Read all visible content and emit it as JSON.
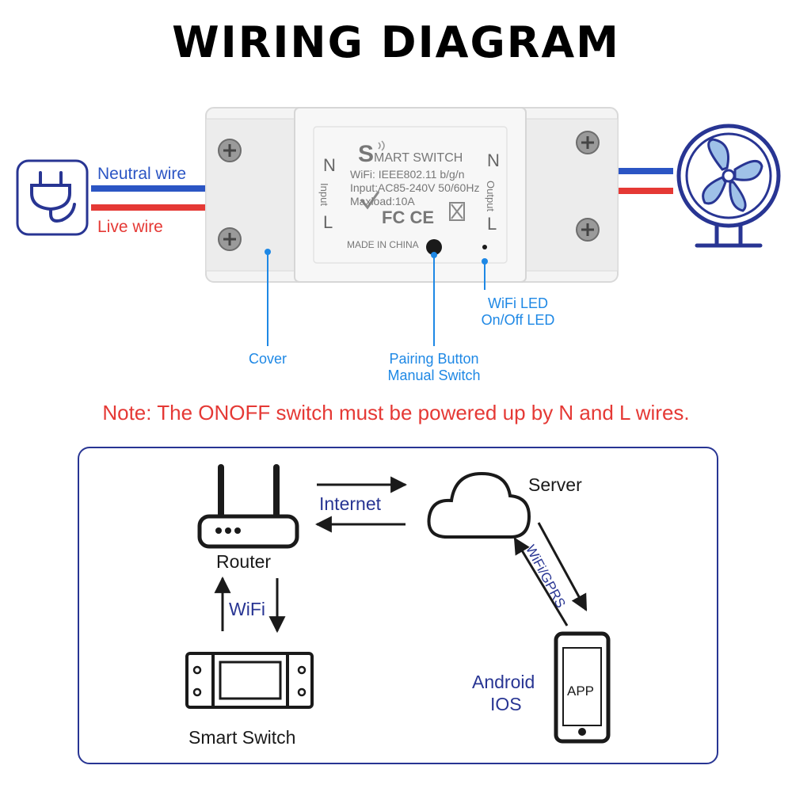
{
  "title": "WIRING DIAGRAM",
  "wires": {
    "neutral": "Neutral wire",
    "live": "Live wire"
  },
  "device": {
    "brand": "MART SWITCH",
    "wifi_spec": "WiFi: IEEE802.11 b/g/n",
    "input_spec": "Input:AC85-240V 50/60Hz",
    "maxload": "Maxload:10A",
    "made_in": "MADE IN CHINA",
    "input_side": "Input",
    "output_side": "Output",
    "n_left": "N",
    "l_left": "L",
    "n_right": "N",
    "l_right": "L"
  },
  "callouts": {
    "cover": "Cover",
    "pairing_1": "Pairing Button",
    "pairing_2": "Manual Switch",
    "led_1": "WiFi LED",
    "led_2": "On/Off LED"
  },
  "note": "Note: The ONOFF switch must be powered up by N and L wires.",
  "network": {
    "router": "Router",
    "server": "Server",
    "internet": "Internet",
    "wifi": "WiFi",
    "wifi_gprs": "WiFi/GPRS",
    "android": "Android",
    "ios": "IOS",
    "app": "APP",
    "smart_switch": "Smart Switch"
  },
  "colors": {
    "neutral_wire": "#2b55c4",
    "live_wire": "#e53935",
    "callout": "#1e88e5",
    "icon": "#283593",
    "note": "#e53935"
  }
}
